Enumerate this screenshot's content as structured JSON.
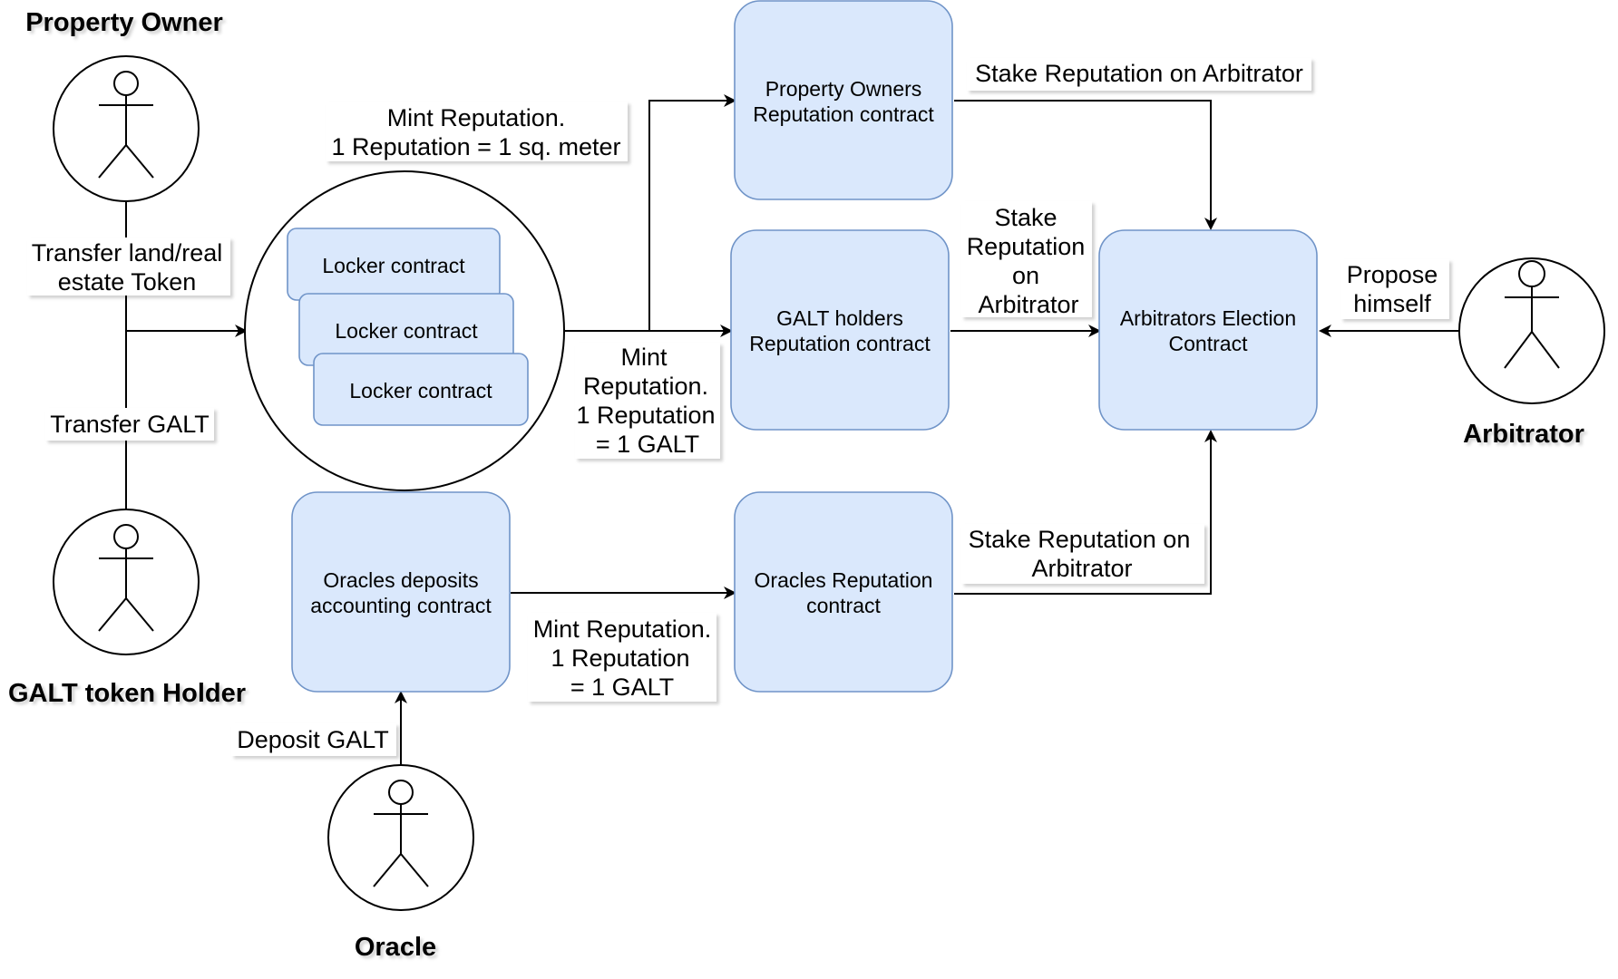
{
  "actors": {
    "property_owner": "Property Owner",
    "galt_holder": "GALT token Holder",
    "oracle": "Oracle",
    "arbitrator": "Arbitrator"
  },
  "boxes": {
    "locker_1": "Locker contract",
    "locker_2": "Locker contract",
    "locker_3": "Locker contract",
    "property_owners_rep": [
      "Property Owners",
      "Reputation contract"
    ],
    "galt_holders_rep": [
      "GALT holders",
      "Reputation contract"
    ],
    "arbitrators_election": [
      "Arbitrators Election",
      "Contract"
    ],
    "oracles_deposits": [
      "Oracles deposits",
      "accounting contract"
    ],
    "oracles_rep": [
      "Oracles Reputation",
      "contract"
    ]
  },
  "edges": {
    "transfer_land": [
      "Transfer land/real",
      "estate Token"
    ],
    "transfer_galt": "Transfer GALT",
    "mint_sqm": [
      "Mint Reputation.",
      "1 Reputation = 1 sq. meter"
    ],
    "mint_galt_1": [
      "Mint",
      "Reputation.",
      "1 Reputation",
      "= 1 GALT"
    ],
    "stake_top": "Stake Reputation on Arbitrator",
    "stake_mid": [
      "Stake",
      "Reputation",
      "on",
      "Arbitrator"
    ],
    "propose": [
      "Propose",
      "himself"
    ],
    "stake_bottom": [
      "Stake Reputation on",
      "Arbitrator"
    ],
    "mint_galt_2": [
      "Mint Reputation.",
      "1 Reputation",
      "= 1 GALT"
    ],
    "deposit_galt": "Deposit GALT"
  }
}
